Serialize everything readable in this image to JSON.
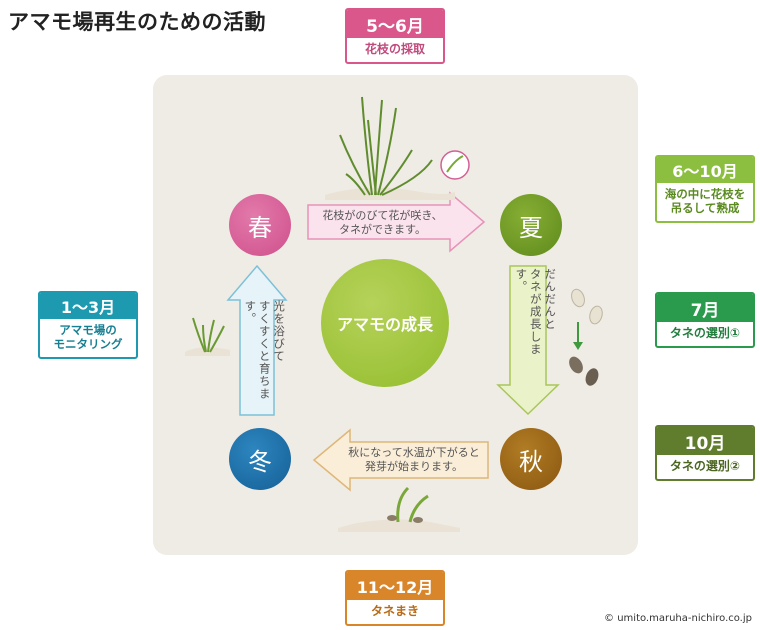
{
  "title": "アマモ場再生のための活動",
  "center_label": "アマモの成長",
  "seasons": {
    "spring": "春",
    "summer": "夏",
    "autumn": "秋",
    "winter": "冬"
  },
  "arrows": {
    "top": [
      "花枝がのびて花が咲き、",
      "タネができます。"
    ],
    "right": [
      "だんだんと",
      "タネが成長します。"
    ],
    "bottom": [
      "秋になって水温が下がると",
      "発芽が始まります。"
    ],
    "left": [
      "光を浴びて",
      "すくすくと育ちます。"
    ]
  },
  "tags": {
    "may_jun": {
      "month": "5～6月",
      "activity": "花枝の採取",
      "color": "#d9578a"
    },
    "jun_oct": {
      "month": "6～10月",
      "activity_lines": [
        "海の中に花枝を",
        "吊るして熟成"
      ],
      "color": "#8cbf3f"
    },
    "jul": {
      "month": "7月",
      "activity": "タネの選別①",
      "color": "#2a9a4c"
    },
    "oct": {
      "month": "10月",
      "activity": "タネの選別②",
      "color": "#5f7d2c"
    },
    "nov_dec": {
      "month": "11～12月",
      "activity": "タネまき",
      "color": "#d9852a"
    },
    "jan_mar": {
      "month": "1～3月",
      "activity_lines": [
        "アマモ場の",
        "モニタリング"
      ],
      "color": "#1d9ab0"
    }
  },
  "colors": {
    "spring": "#d35f95",
    "summer": "#6f9a24",
    "autumn": "#9a6414",
    "winter": "#1d6fa8",
    "panel": "#efebe5"
  },
  "credit": "© umito.maruha-nichiro.co.jp"
}
